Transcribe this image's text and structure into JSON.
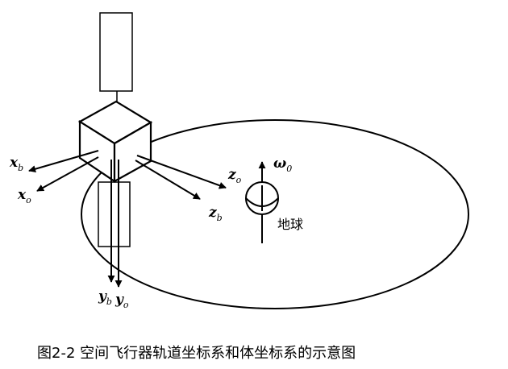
{
  "caption": "图2-2  空间飞行器轨道坐标系和体坐标系的示意图",
  "earth_label": "地球",
  "omega": {
    "symbol": "ω",
    "sub": "0"
  },
  "axes": {
    "xb": {
      "symbol": "x",
      "sub": "b"
    },
    "xo": {
      "symbol": "x",
      "sub": "o"
    },
    "zo": {
      "symbol": "z",
      "sub": "o"
    },
    "zb": {
      "symbol": "z",
      "sub": "b"
    },
    "yb": {
      "symbol": "y",
      "sub": "b"
    },
    "yo": {
      "symbol": "y",
      "sub": "o"
    }
  }
}
